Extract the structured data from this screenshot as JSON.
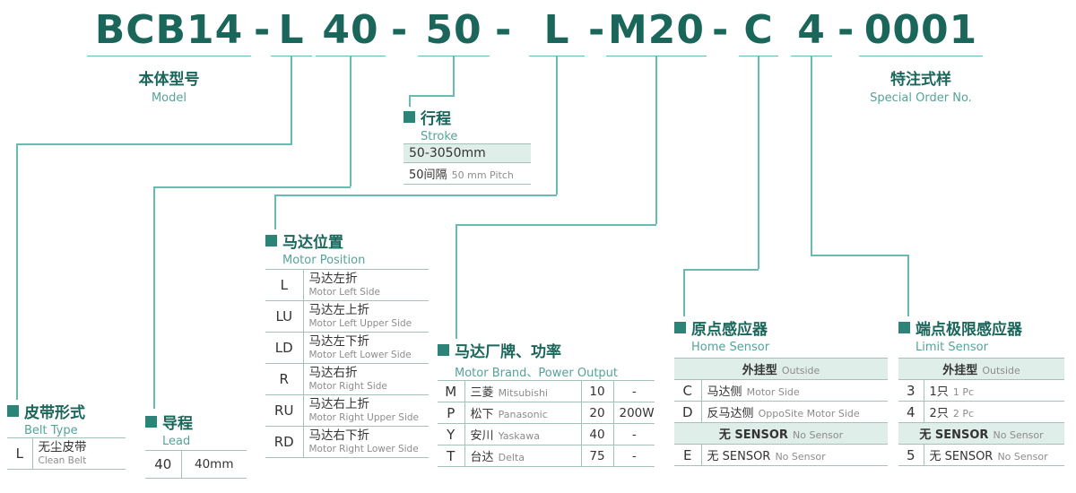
{
  "accent_colors": {
    "primary_teal": "#1a665b",
    "connector_teal": "#68bbb2",
    "header_bg": "#dfeee9",
    "table_border": "#a6c0ba"
  },
  "model_code": {
    "separator": "-",
    "segments": [
      "BCB14",
      "L",
      "40",
      "50",
      "L",
      "M20",
      "C",
      "4",
      "0001"
    ],
    "display": "BCB14 - L 40 - 50 - L - M20 - C 4 - 0001"
  },
  "sections": {
    "model": {
      "title_cn": "本体型号",
      "title_en": "Model"
    },
    "special_order": {
      "title_cn": "特注式样",
      "title_en": "Special Order No."
    },
    "stroke": {
      "title_cn": "行程",
      "title_en": "Stroke",
      "range": "50-3050mm",
      "pitch_cn": "50间隔",
      "pitch_en": "50 mm Pitch"
    },
    "motor_position": {
      "title_cn": "马达位置",
      "title_en": "Motor Position",
      "rows": [
        {
          "code": "L",
          "cn": "马达左折",
          "en": "Motor Left Side"
        },
        {
          "code": "LU",
          "cn": "马达左上折",
          "en": "Motor Left Upper Side"
        },
        {
          "code": "LD",
          "cn": "马达左下折",
          "en": "Motor Left Lower Side"
        },
        {
          "code": "R",
          "cn": "马达右折",
          "en": "Motor Right Side"
        },
        {
          "code": "RU",
          "cn": "马达右上折",
          "en": "Motor Right Upper Side"
        },
        {
          "code": "RD",
          "cn": "马达右下折",
          "en": "Motor Right Lower Side"
        }
      ]
    },
    "motor_brand": {
      "title_cn": "马达厂牌、功率",
      "title_en": "Motor Brand、Power Output",
      "rows": [
        {
          "code": "M",
          "brand_cn": "三菱",
          "brand_en": "Mitsubishi",
          "power_code": "10",
          "power": "-"
        },
        {
          "code": "P",
          "brand_cn": "松下",
          "brand_en": "Panasonic",
          "power_code": "20",
          "power": "200W"
        },
        {
          "code": "Y",
          "brand_cn": "安川",
          "brand_en": "Yaskawa",
          "power_code": "40",
          "power": "-"
        },
        {
          "code": "T",
          "brand_cn": "台达",
          "brand_en": "Delta",
          "power_code": "75",
          "power": "-"
        }
      ]
    },
    "home_sensor": {
      "title_cn": "原点感应器",
      "title_en": "Home Sensor",
      "group1_cn": "外挂型",
      "group1_en": "Outside",
      "rows": [
        {
          "code": "C",
          "cn": "马达侧",
          "en": "Motor Side"
        },
        {
          "code": "D",
          "cn": "反马达侧",
          "en": "OppoSite Motor Side"
        }
      ],
      "group2_cn": "无 SENSOR",
      "group2_en": "No Sensor",
      "rows2": [
        {
          "code": "E",
          "cn": "无 SENSOR",
          "en": "No Sensor"
        }
      ]
    },
    "limit_sensor": {
      "title_cn": "端点极限感应器",
      "title_en": "Limit Sensor",
      "group1_cn": "外挂型",
      "group1_en": "Outside",
      "rows": [
        {
          "code": "3",
          "cn": "1只",
          "en": "1 Pc"
        },
        {
          "code": "4",
          "cn": "2只",
          "en": "2 Pc"
        }
      ],
      "group2_cn": "无 SENSOR",
      "group2_en": "No Sensor",
      "rows2": [
        {
          "code": "5",
          "cn": "无 SENSOR",
          "en": "No Sensor"
        }
      ]
    },
    "belt_type": {
      "title_cn": "皮带形式",
      "title_en": "Belt Type",
      "rows": [
        {
          "code": "L",
          "cn": "无尘皮带",
          "en": "Clean Belt"
        }
      ]
    },
    "lead": {
      "title_cn": "导程",
      "title_en": "Lead",
      "rows": [
        {
          "code": "40",
          "value": "40mm"
        }
      ]
    }
  }
}
